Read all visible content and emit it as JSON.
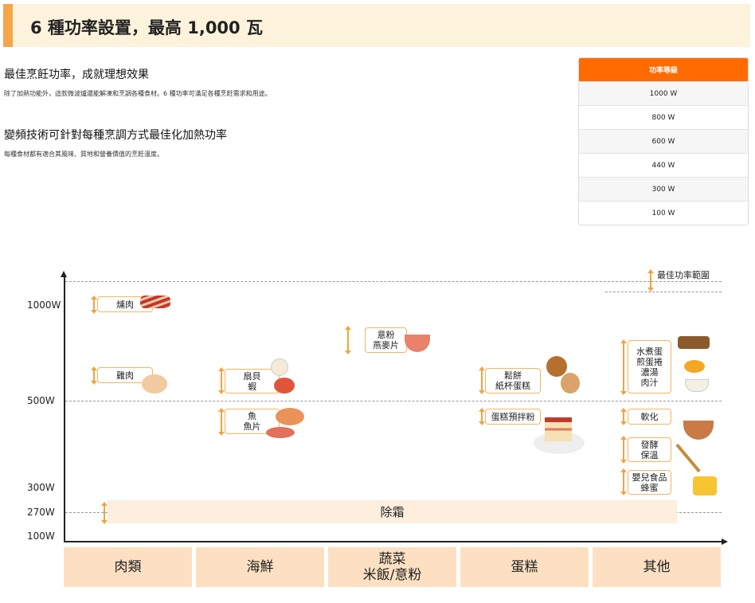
{
  "header": {
    "title": "6 種功率設置，最高 1,000 瓦"
  },
  "section1": {
    "heading": "最佳烹飪功率，成就理想效果",
    "body": "除了加熱功能外，這款微波爐還能解凍和烹調各種食材。6 種功率可滿足各種烹飪需求和用途。"
  },
  "section2": {
    "heading": "變頻技術可針對每種烹調方式最佳化加熱功率",
    "body": "每種食材都有適合其風味、質地和營養價值的烹飪溫度。"
  },
  "power_table": {
    "header": "功率等級",
    "rows": [
      "1000 W",
      "800 W",
      "600 W",
      "440 W",
      "300 W",
      "100 W"
    ]
  },
  "diagram": {
    "legend": "最佳功率範圍",
    "y_labels": [
      "1000W",
      "500W",
      "300W",
      "270W",
      "100W"
    ],
    "categories": [
      "肉類",
      "海鮮",
      "蔬菜\n米飯/意粉",
      "蛋糕",
      "其他"
    ],
    "defrost": "除霜",
    "items": [
      "燻肉",
      "雞肉",
      "扇貝\n蝦",
      "魚\n魚片",
      "意粉\n燕麥片",
      "鬆餅\n紙杯蛋糕",
      "蛋糕預拌粉",
      "水煮蛋\n煎蛋捲\n濃湯\n肉汁",
      "軟化",
      "發酵\n保溫",
      "嬰兒食品\n蜂蜜"
    ]
  },
  "colors": {
    "accent": "#ff6b00",
    "header_bg": "#fdf3dc",
    "category_bg": "#fde0c2",
    "arrow": "#f0a440"
  }
}
